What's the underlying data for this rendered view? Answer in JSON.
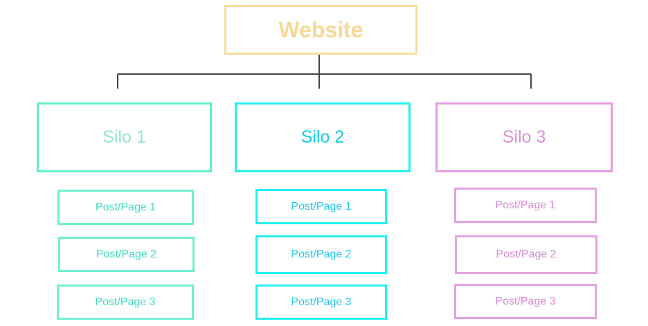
{
  "diagram": {
    "root": {
      "label": "Website",
      "color": "#f6d996",
      "border": "#f7dd9e"
    },
    "connector_color": "#444444",
    "silos": [
      {
        "label": "Silo 1",
        "text_color": "#8fe8c6",
        "border": "#5ff0cc",
        "posts": [
          "Post/Page 1",
          "Post/Page 2",
          "Post/Page 3"
        ],
        "post_text_color": "#3fdcc0",
        "post_border": "#6ff0cf"
      },
      {
        "label": "Silo 2",
        "text_color": "#14cde6",
        "border": "#22f0ef",
        "posts": [
          "Post/Page 1",
          "Post/Page 2",
          "Post/Page 3"
        ],
        "post_text_color": "#25c8e8",
        "post_border": "#22f0ef"
      },
      {
        "label": "Silo 3",
        "text_color": "#dd92da",
        "border": "#e49ce0",
        "posts": [
          "Post/Page 1",
          "Post/Page 2",
          "Post/Page 3"
        ],
        "post_text_color": "#d68ad4",
        "post_border": "#e4a2e0"
      }
    ]
  }
}
